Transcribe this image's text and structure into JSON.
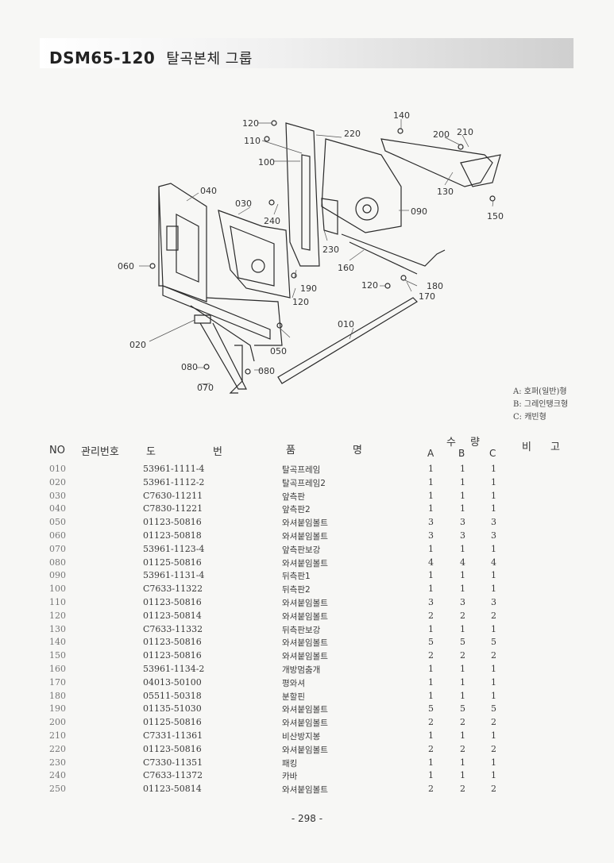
{
  "header": {
    "model": "DSM65-120",
    "group_title": "탈곡본체 그룹"
  },
  "callouts": [
    "120",
    "110",
    "100",
    "040",
    "030",
    "240",
    "060",
    "020",
    "080",
    "070",
    "050",
    "190",
    "120",
    "230",
    "160",
    "220",
    "140",
    "200",
    "210",
    "130",
    "090",
    "150",
    "120",
    "180",
    "170",
    "010",
    "080"
  ],
  "legend": [
    "A: 호퍼(일반)형",
    "B: 그레인탱크형",
    "C: 캐빈형"
  ],
  "table_header": {
    "no": "NO",
    "management": "관리번호",
    "drawing_1": "도",
    "drawing_2": "번",
    "name_1": "품",
    "name_2": "명",
    "qty_1": "수",
    "qty_2": "량",
    "a": "A",
    "b": "B",
    "c": "C",
    "remark_1": "비",
    "remark_2": "고"
  },
  "rows": [
    {
      "no": "010",
      "part": "53961-1111-4",
      "name": "탈곡프레임",
      "a": "1",
      "b": "1",
      "c": "1"
    },
    {
      "no": "020",
      "part": "53961-1112-2",
      "name": "탈곡프레임2",
      "a": "1",
      "b": "1",
      "c": "1"
    },
    {
      "no": "030",
      "part": "C7630-11211",
      "name": "앞측판",
      "a": "1",
      "b": "1",
      "c": "1"
    },
    {
      "no": "040",
      "part": "C7830-11221",
      "name": "앞측판2",
      "a": "1",
      "b": "1",
      "c": "1"
    },
    {
      "no": "050",
      "part": "01123-50816",
      "name": "와셔붙임볼트",
      "a": "3",
      "b": "3",
      "c": "3"
    },
    {
      "no": "060",
      "part": "01123-50818",
      "name": "와셔붙임볼트",
      "a": "3",
      "b": "3",
      "c": "3"
    },
    {
      "no": "070",
      "part": "53961-1123-4",
      "name": "앞측판보강",
      "a": "1",
      "b": "1",
      "c": "1"
    },
    {
      "no": "080",
      "part": "01125-50816",
      "name": "와셔붙임볼트",
      "a": "4",
      "b": "4",
      "c": "4"
    },
    {
      "no": "090",
      "part": "53961-1131-4",
      "name": "뒤측판1",
      "a": "1",
      "b": "1",
      "c": "1"
    },
    {
      "no": "100",
      "part": "C7633-11322",
      "name": "뒤측판2",
      "a": "1",
      "b": "1",
      "c": "1"
    },
    {
      "no": "110",
      "part": "01123-50816",
      "name": "와셔붙임볼트",
      "a": "3",
      "b": "3",
      "c": "3"
    },
    {
      "no": "120",
      "part": "01123-50814",
      "name": "와셔붙임볼트",
      "a": "2",
      "b": "2",
      "c": "2"
    },
    {
      "no": "130",
      "part": "C7633-11332",
      "name": "뒤측판보강",
      "a": "1",
      "b": "1",
      "c": "1"
    },
    {
      "no": "140",
      "part": "01123-50816",
      "name": "와셔붙임볼트",
      "a": "5",
      "b": "5",
      "c": "5"
    },
    {
      "no": "150",
      "part": "01123-50816",
      "name": "와셔붙임볼트",
      "a": "2",
      "b": "2",
      "c": "2"
    },
    {
      "no": "160",
      "part": "53961-1134-2",
      "name": "개방멈춤개",
      "a": "1",
      "b": "1",
      "c": "1"
    },
    {
      "no": "170",
      "part": "04013-50100",
      "name": "평와셔",
      "a": "1",
      "b": "1",
      "c": "1"
    },
    {
      "no": "180",
      "part": "05511-50318",
      "name": "분할핀",
      "a": "1",
      "b": "1",
      "c": "1"
    },
    {
      "no": "190",
      "part": "01135-51030",
      "name": "와셔붙임볼트",
      "a": "5",
      "b": "5",
      "c": "5"
    },
    {
      "no": "200",
      "part": "01125-50816",
      "name": "와셔붙임볼트",
      "a": "2",
      "b": "2",
      "c": "2"
    },
    {
      "no": "210",
      "part": "C7331-11361",
      "name": "비산방지봉",
      "a": "1",
      "b": "1",
      "c": "1"
    },
    {
      "no": "220",
      "part": "01123-50816",
      "name": "와셔붙임볼트",
      "a": "2",
      "b": "2",
      "c": "2"
    },
    {
      "no": "230",
      "part": "C7330-11351",
      "name": "패킹",
      "a": "1",
      "b": "1",
      "c": "1"
    },
    {
      "no": "240",
      "part": "C7633-11372",
      "name": "카바",
      "a": "1",
      "b": "1",
      "c": "1"
    },
    {
      "no": "250",
      "part": "01123-50814",
      "name": "와셔붙임볼트",
      "a": "2",
      "b": "2",
      "c": "2"
    }
  ],
  "page_number": "- 298 -"
}
